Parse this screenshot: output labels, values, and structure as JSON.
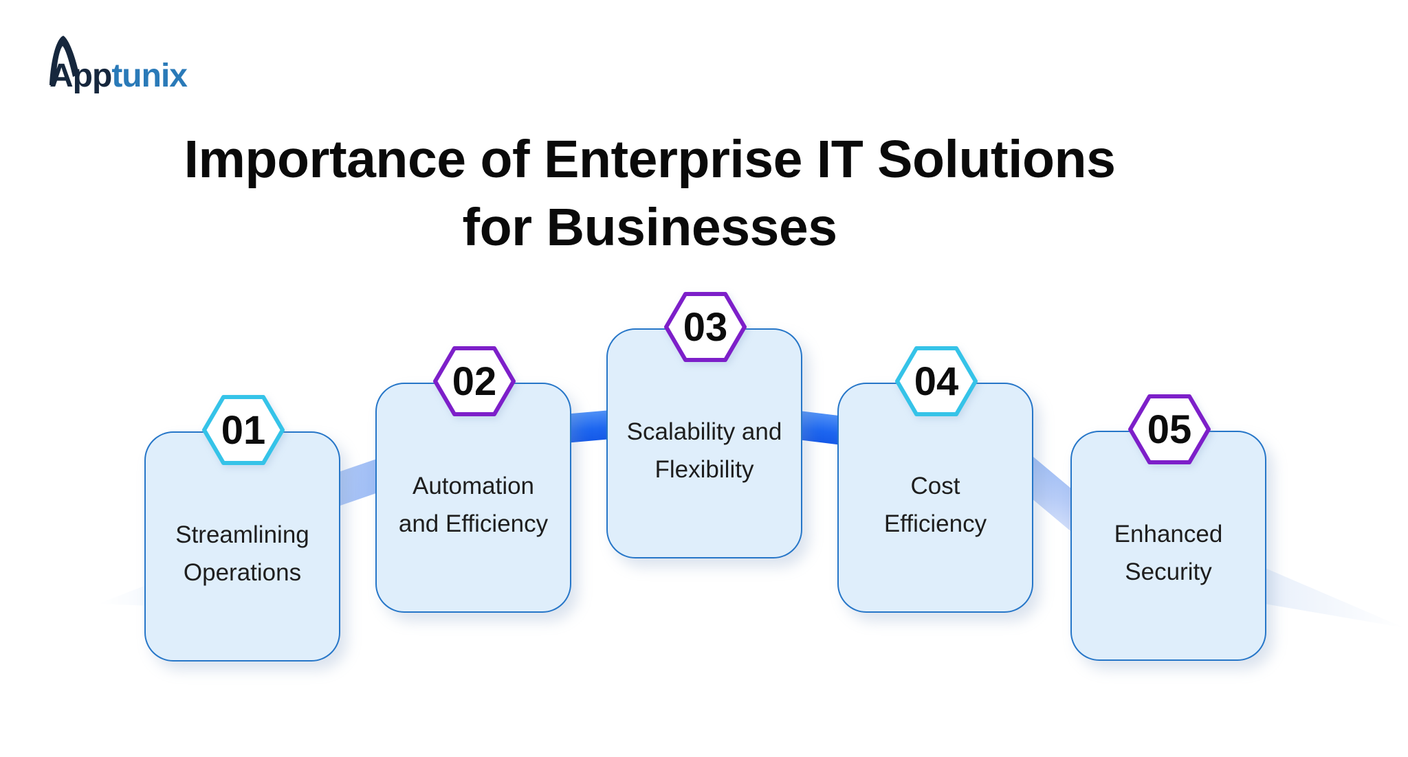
{
  "logo": {
    "brand_prefix": "App",
    "brand_suffix": "tunix",
    "prefix_color": "#16273d",
    "suffix_color": "#2a7ab8"
  },
  "title": {
    "line1": "Importance of Enterprise IT Solutions",
    "line2": "for Businesses"
  },
  "steps": [
    {
      "number": "01",
      "label_line1": "Streamlining",
      "label_line2": "Operations",
      "badge_color": "#35c3e8"
    },
    {
      "number": "02",
      "label_line1": "Automation",
      "label_line2": "and Efficiency",
      "badge_color": "#7d1fc9"
    },
    {
      "number": "03",
      "label_line1": "Scalability and",
      "label_line2": "Flexibility",
      "badge_color": "#7d1fc9"
    },
    {
      "number": "04",
      "label_line1": "Cost",
      "label_line2": "Efficiency",
      "badge_color": "#35c3e8"
    },
    {
      "number": "05",
      "label_line1": "Enhanced",
      "label_line2": "Security",
      "badge_color": "#7d1fc9"
    }
  ],
  "colors": {
    "card_fill": "#dfeefb",
    "card_border": "#2676c8",
    "connector_dark": "#1d66f0",
    "connector_light": "#a9c4f6",
    "badge_cyan": "#35c3e8",
    "badge_purple": "#7d1fc9",
    "title_text": "#0a0a0a",
    "label_text": "#1e1e1e"
  }
}
